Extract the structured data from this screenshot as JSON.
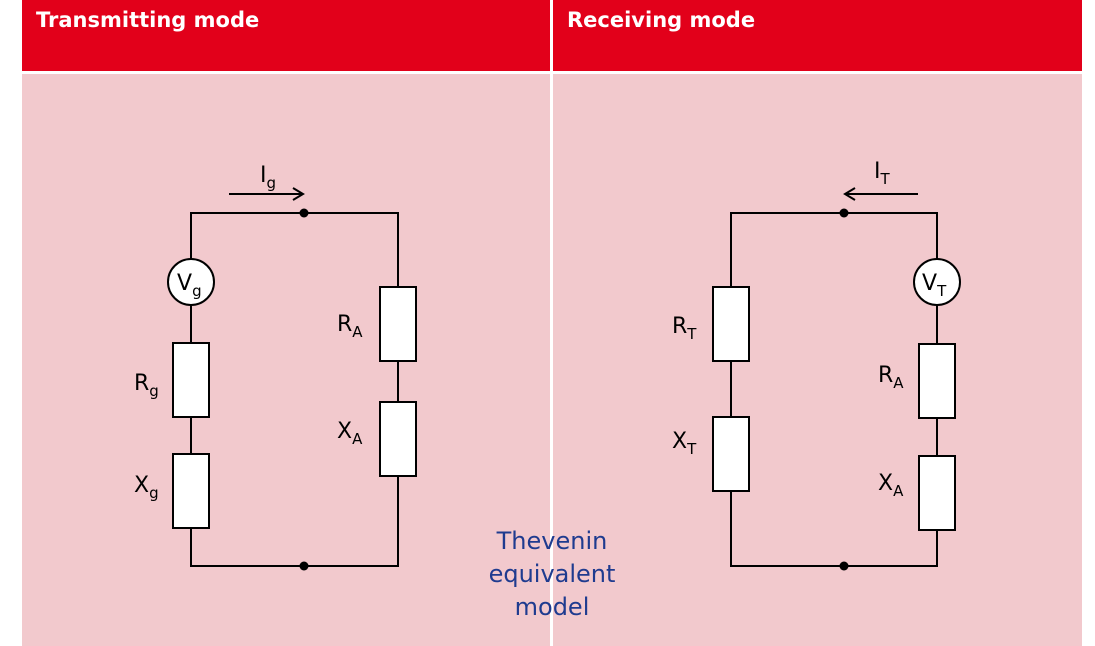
{
  "header": {
    "left_title": "Transmitting mode",
    "right_title": "Receiving mode"
  },
  "caption": {
    "line1": "Thevenin",
    "line2": "equivalent",
    "line3": "model"
  },
  "transmit": {
    "current": {
      "main": "I",
      "sub": "g"
    },
    "source": {
      "main": "V",
      "sub": "g"
    },
    "r_source": {
      "main": "R",
      "sub": "g"
    },
    "x_source": {
      "main": "X",
      "sub": "g"
    },
    "r_antenna": {
      "main": "R",
      "sub": "A"
    },
    "x_antenna": {
      "main": "X",
      "sub": "A"
    }
  },
  "receive": {
    "current": {
      "main": "I",
      "sub": "T"
    },
    "source": {
      "main": "V",
      "sub": "T"
    },
    "r_load": {
      "main": "R",
      "sub": "T"
    },
    "x_load": {
      "main": "X",
      "sub": "T"
    },
    "r_antenna": {
      "main": "R",
      "sub": "A"
    },
    "x_antenna": {
      "main": "X",
      "sub": "A"
    }
  },
  "colors": {
    "header_bg": "#e2001a",
    "panel_bg": "#f2c9cd",
    "caption": "#1f3b8f"
  }
}
